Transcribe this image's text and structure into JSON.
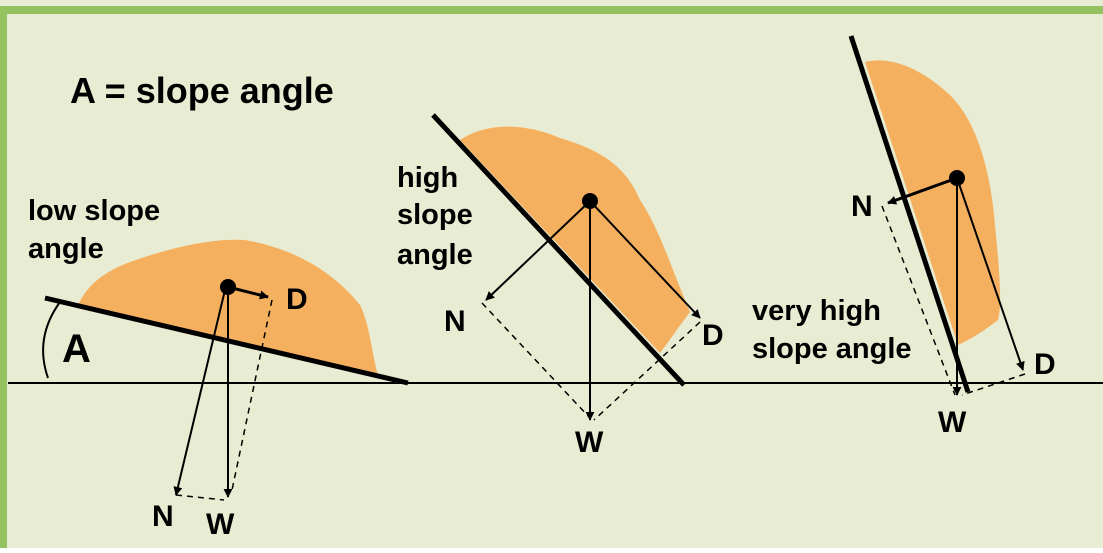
{
  "title": "A = slope angle",
  "panels": {
    "low": {
      "caption_line1": "low slope",
      "caption_line2": "angle",
      "angle_label": "A",
      "force_D": "D",
      "force_N": "N",
      "force_W": "W"
    },
    "high": {
      "caption_line1": "high",
      "caption_line2": "slope",
      "caption_line3": "angle",
      "force_D": "D",
      "force_N": "N",
      "force_W": "W"
    },
    "very_high": {
      "caption_line1": "very high",
      "caption_line2": "slope angle",
      "force_D": "D",
      "force_N": "N",
      "force_W": "W"
    }
  },
  "colors": {
    "background": "#e8ecd2",
    "frame": "#93c25f",
    "soil_block": "#f5b05f",
    "lines": "#000000"
  }
}
